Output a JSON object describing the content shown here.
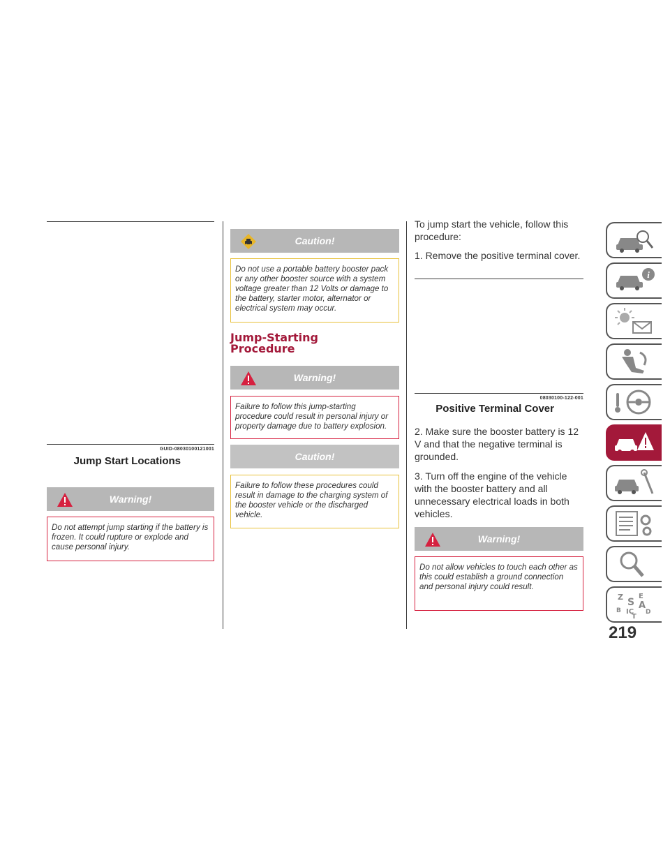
{
  "left_column": {
    "figure": {
      "code": "GUID-08030100121001",
      "title": "Jump Start Locations"
    },
    "warning": {
      "title": "Warning!",
      "text": "Do not attempt jump starting if the battery is frozen. It could rupture or explode and cause personal injury."
    }
  },
  "middle_column": {
    "caution_1": {
      "title": "Caution!",
      "text": "Do not use a portable battery booster pack or any other booster source with a system voltage greater than 12 Volts or damage to the battery, starter motor, alternator or electrical system may occur."
    },
    "section_heading_line1": "Jump-Starting",
    "section_heading_line2": "Procedure",
    "warning": {
      "title": "Warning!",
      "text": "Failure to follow this jump-starting procedure could result in personal injury or property damage due to battery explosion."
    },
    "caution_2": {
      "title": "Caution!",
      "text": "Failure to follow these procedures could result in damage to the charging system of the booster vehicle or the discharged vehicle."
    }
  },
  "right_column": {
    "intro": "To jump start the vehicle, follow this procedure:",
    "step_1": "1.  Remove the positive terminal cover.",
    "figure": {
      "code": "08030100-122-001",
      "title": "Positive Terminal Cover"
    },
    "step_2": "2.  Make sure the booster battery is 12 V and that the negative terminal is grounded.",
    "step_3": "3.  Turn off the engine of the vehicle with the booster battery and all unnecessary electrical loads in both vehicles.",
    "warning": {
      "title": "Warning!",
      "text": "Do not allow vehicles to touch each other as this could establish a ground connection and personal injury could result."
    }
  },
  "side_tabs": [
    {
      "icon": "car-search-icon",
      "active": false
    },
    {
      "icon": "car-info-icon",
      "active": false
    },
    {
      "icon": "warning-light-message-icon",
      "active": false
    },
    {
      "icon": "seat-airbag-icon",
      "active": false
    },
    {
      "icon": "steering-wheel-icon",
      "active": false
    },
    {
      "icon": "car-emergency-icon",
      "active": true
    },
    {
      "icon": "car-service-icon",
      "active": false
    },
    {
      "icon": "technical-data-icon",
      "active": false
    },
    {
      "icon": "magnifier-index-icon",
      "active": false
    },
    {
      "icon": "alphabetical-index-icon",
      "active": false
    }
  ],
  "page_number": "219",
  "colors": {
    "accent": "#a3193a",
    "warning_border": "#d6203f",
    "caution_border": "#e8c13a",
    "note_header": "#b7b7b7"
  }
}
